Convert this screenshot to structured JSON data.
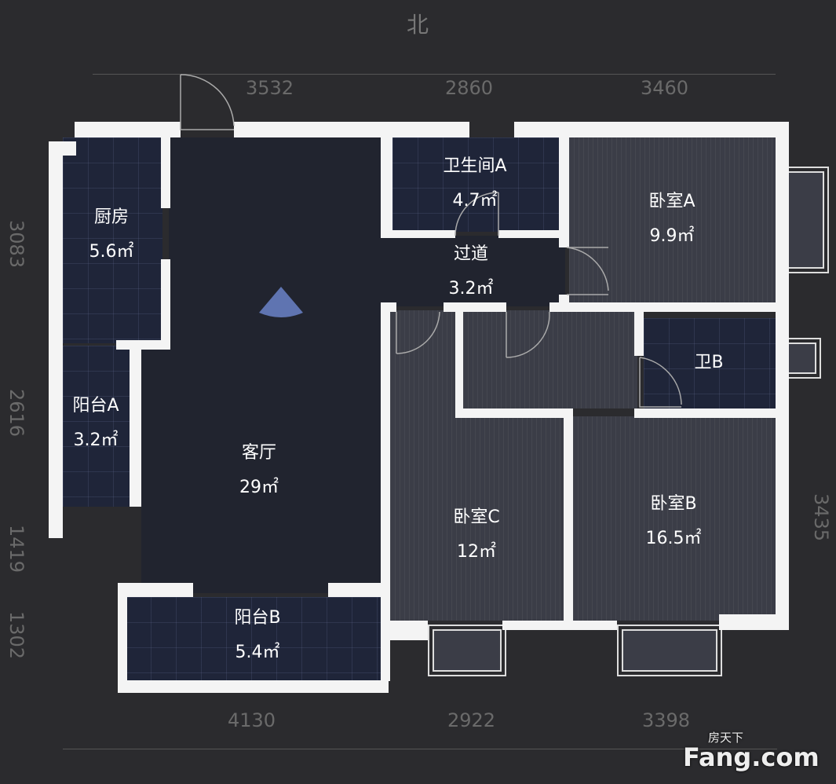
{
  "compass": "北",
  "dimensions": {
    "top": [
      "3532",
      "2860",
      "3460"
    ],
    "bottom": [
      "4130",
      "2922",
      "3398"
    ],
    "left": [
      "3083",
      "2616",
      "1419",
      "1302"
    ],
    "right": [
      "3435"
    ]
  },
  "rooms": [
    {
      "name": "厨房",
      "area": "5.6㎡"
    },
    {
      "name": "阳台A",
      "area": "3.2㎡"
    },
    {
      "name": "客厅",
      "area": "29㎡"
    },
    {
      "name": "阳台B",
      "area": "5.4㎡"
    },
    {
      "name": "卫生间A",
      "area": "4.7㎡"
    },
    {
      "name": "过道",
      "area": "3.2㎡"
    },
    {
      "name": "卧室A",
      "area": "9.9㎡"
    },
    {
      "name": "卫B",
      "area": ""
    },
    {
      "name": "卧室C",
      "area": "12㎡"
    },
    {
      "name": "卧室B",
      "area": "16.5㎡"
    }
  ],
  "watermark": {
    "brand": "Fang.com",
    "cn": "房天下"
  }
}
